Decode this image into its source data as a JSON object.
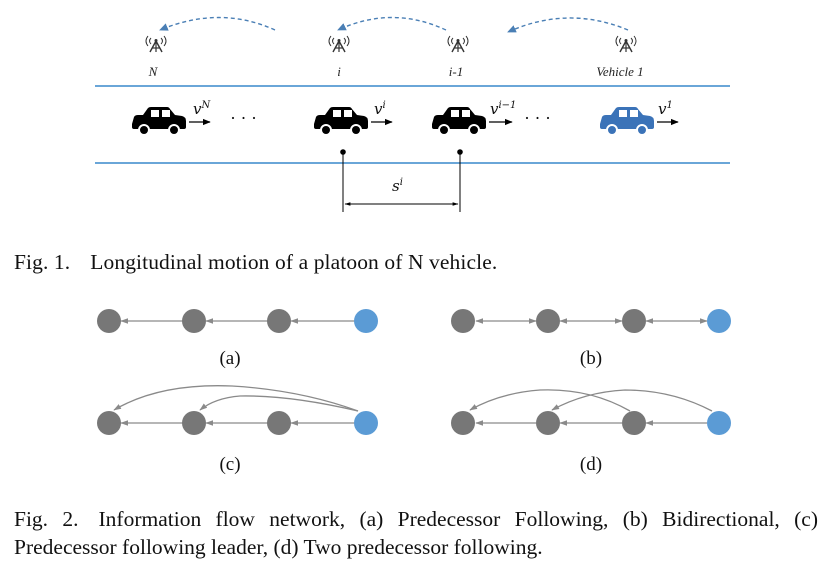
{
  "figure1": {
    "labels": {
      "n": "N",
      "i": "i",
      "i_minus_1": "i-1",
      "vehicle1": "Vehicle 1"
    },
    "velocity": {
      "vN_base": "v",
      "vN_sup": "N",
      "vi_base": "v",
      "vi_sup": "i",
      "vim1_base": "v",
      "vim1_sup": "i−1",
      "v1_base": "v",
      "v1_sup": "1"
    },
    "ellipsis": "· · ·",
    "spacing": {
      "base": "s",
      "sup": "i"
    },
    "caption_label": "Fig. 1.",
    "caption_text": "Longitudinal motion of a platoon of N vehicle.",
    "colors": {
      "lane": "#6aa6d8",
      "leader": "#3b73b8",
      "follower": "#000000",
      "comm_arrow": "#4a7fb5"
    }
  },
  "figure2": {
    "subfigures": [
      "(a)",
      "(b)",
      "(c)",
      "(d)"
    ],
    "caption_label": "Fig. 2.",
    "caption_text": "Information flow network, (a) Predecessor Following, (b) Bidirectional, (c) Predecessor following leader, (d) Two predecessor following.",
    "colors": {
      "follower_node": "#777777",
      "leader_node": "#5b9bd5",
      "edge": "#8a8a8a"
    }
  }
}
